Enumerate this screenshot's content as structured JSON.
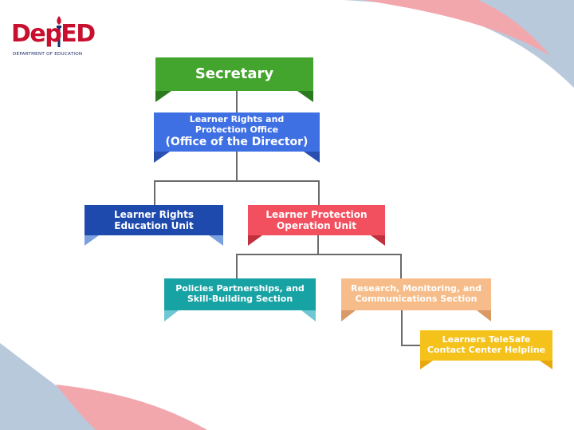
{
  "logo": {
    "wordmark": "DepED",
    "subtitle": "DEPARTMENT OF EDUCATION"
  },
  "org_chart": {
    "secretary": "Secretary",
    "office": {
      "line1": "Learner Rights and",
      "line2": "Protection Office",
      "line3": "(Office of the Director)"
    },
    "units": [
      {
        "line1": "Learner Rights",
        "line2": "Education Unit"
      },
      {
        "line1": "Learner Protection",
        "line2": "Operation Unit"
      }
    ],
    "sections": [
      {
        "line1": "Policies Partnerships, and",
        "line2": "Skill-Building Section"
      },
      {
        "line1": "Research, Monitoring, and",
        "line2": "Communications Section"
      }
    ],
    "helpline": {
      "line1": "Learners TeleSafe",
      "line2": "Contact Center Helpline"
    }
  },
  "colors": {
    "secretary": "#43a52d",
    "office": "#3e70e4",
    "education_unit": "#1f4aad",
    "protection_unit": "#f2505f",
    "policies_section": "#17a2a4",
    "research_section": "#f6bd8a",
    "helpline": "#f4c21b",
    "brand_red": "#c8102e",
    "brand_blue": "#1b2a6b"
  }
}
